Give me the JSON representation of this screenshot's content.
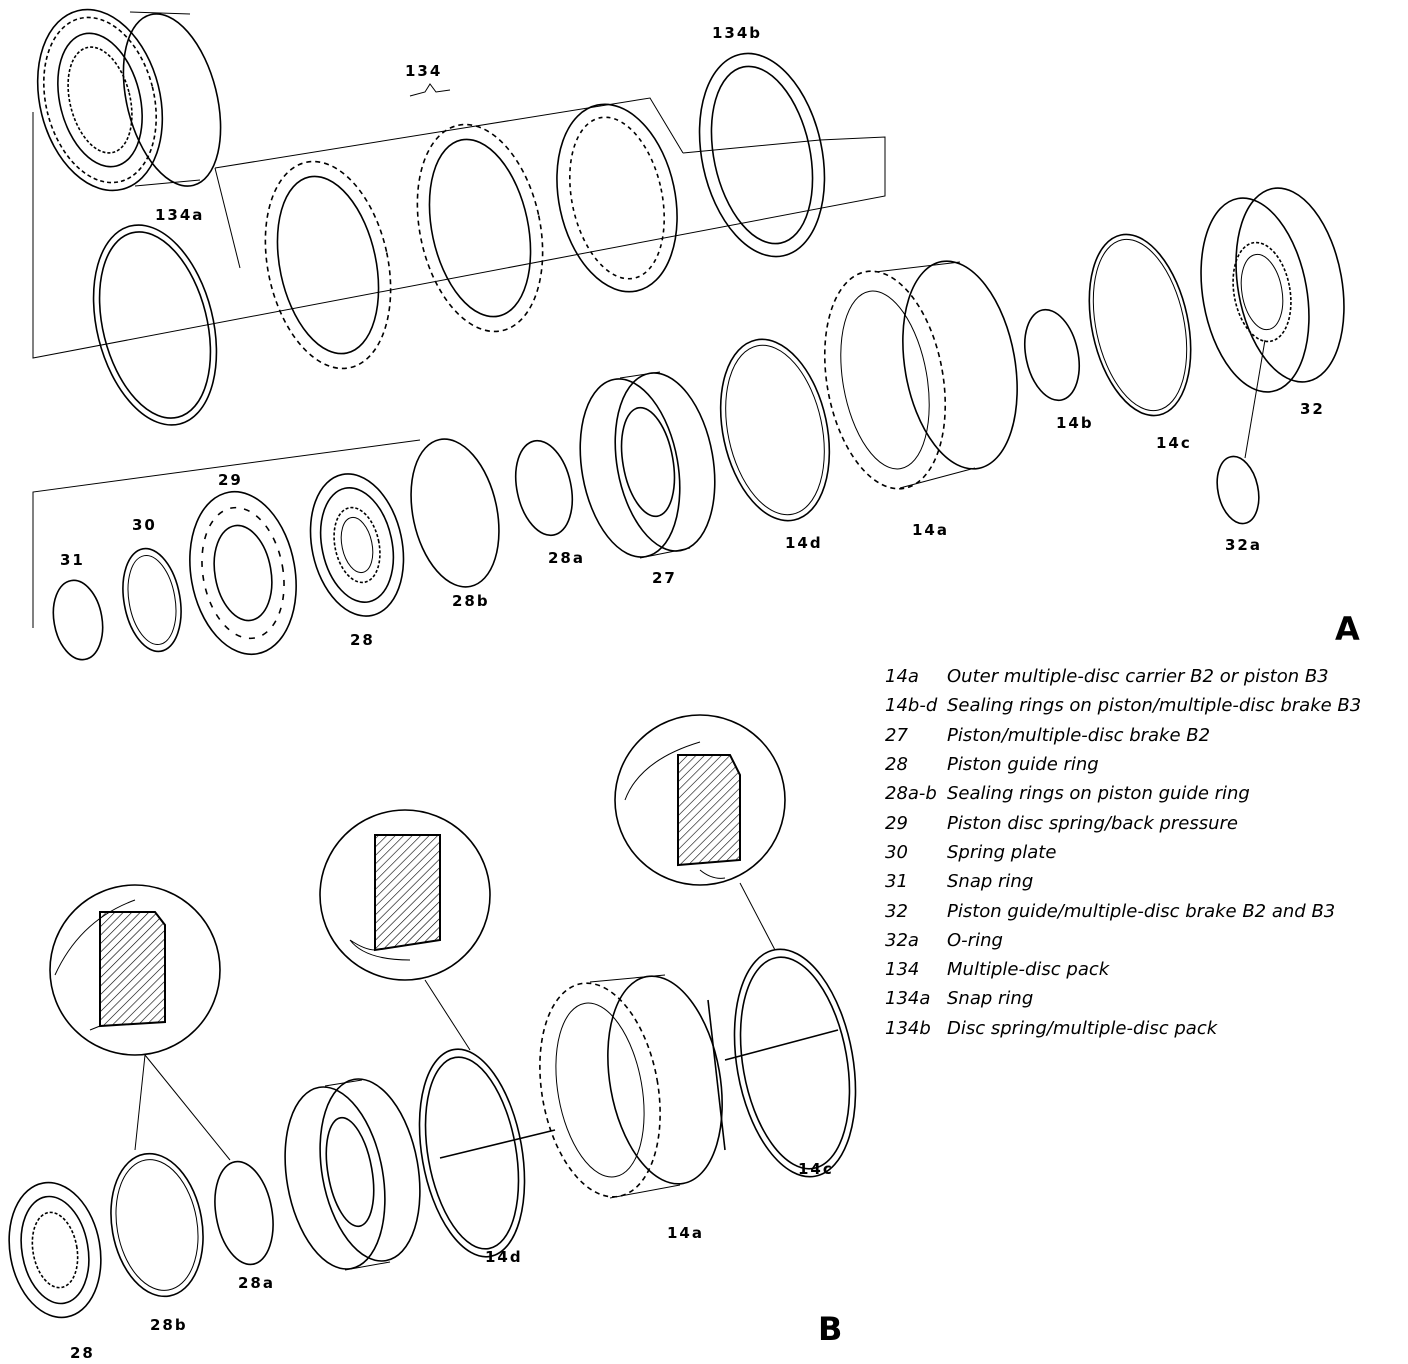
{
  "panels": {
    "a_label": "A",
    "b_label": "B"
  },
  "part_labels": {
    "p134": "134",
    "p134b": "134b",
    "p134a": "134a",
    "p14a": "14a",
    "p14b": "14b",
    "p14c": "14c",
    "p14d": "14d",
    "p27": "27",
    "p28": "28",
    "p28a": "28a",
    "p28b": "28b",
    "p29": "29",
    "p30": "30",
    "p31": "31",
    "p32": "32",
    "p32a": "32a"
  },
  "legend": [
    {
      "key": "14a",
      "text": "Outer multiple-disc carrier B2 or piston B3"
    },
    {
      "key": "14b-d",
      "text": "Sealing rings on piston/multiple-disc brake B3"
    },
    {
      "key": "27",
      "text": "Piston/multiple-disc brake B2"
    },
    {
      "key": "28",
      "text": "Piston guide ring"
    },
    {
      "key": "28a-b",
      "text": "Sealing rings on piston guide ring"
    },
    {
      "key": "29",
      "text": "Piston disc spring/back pressure"
    },
    {
      "key": "30",
      "text": "Spring plate"
    },
    {
      "key": "31",
      "text": "Snap ring"
    },
    {
      "key": "32",
      "text": "Piston guide/multiple-disc brake B2 and B3"
    },
    {
      "key": "32a",
      "text": "O-ring"
    },
    {
      "key": "134",
      "text": "Multiple-disc pack"
    },
    {
      "key": "134a",
      "text": "Snap ring"
    },
    {
      "key": "134b",
      "text": "Disc spring/multiple-disc pack"
    }
  ]
}
